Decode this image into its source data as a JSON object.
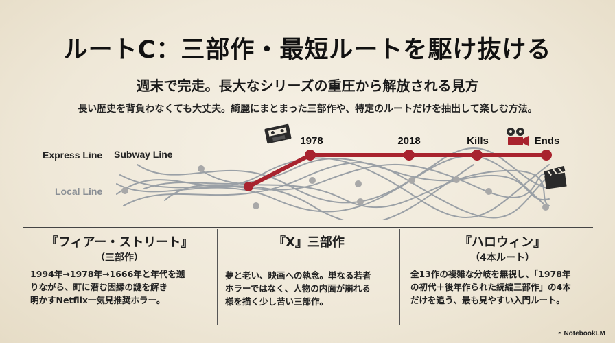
{
  "title": "ルートC：三部作・最短ルートを駆け抜ける",
  "subtitle": "週末で完走。長大なシリーズの重圧から解放される見方",
  "description": "長い歴史を背負わなくても大丈夫。綺麗にまとまった三部作や、特定のルートだけを抽出して楽しむ方法。",
  "diagram": {
    "line_labels": {
      "express": "Express Line",
      "subway": "Subway Line",
      "local": "Local Line"
    },
    "route_stops": [
      "1978",
      "2018",
      "Kills",
      "Ends"
    ],
    "colors": {
      "route": "#a8232e",
      "lines": "#9aa0a6",
      "stops": "#a8a8a8"
    },
    "icons": [
      "cassette-tape-icon",
      "film-projector-icon",
      "clapperboard-icon"
    ]
  },
  "columns": [
    {
      "title": "『フィアー・ストリート』",
      "subtitle": "（三部作）",
      "body": [
        "1994年→1978年→1666年と年代を遡",
        "りながら、町に潜む因縁の謎を解き",
        "明かすNetflix一気見推奨ホラー。"
      ]
    },
    {
      "title": "『X』三部作",
      "subtitle": "",
      "body": [
        "夢と老い、映画への執念。単なる若者",
        "ホラーではなく、人物の内面が崩れる",
        "様を描く少し苦い三部作。"
      ]
    },
    {
      "title": "『ハロウィン』",
      "subtitle": "（4本ルート）",
      "body": [
        "全13作の複雑な分岐を無視し、「1978年",
        "の初代＋後年作られた続編三部作」の4本",
        "だけを追う、最も見やすい入門ルート。"
      ]
    }
  ],
  "brand": "NotebookLM"
}
